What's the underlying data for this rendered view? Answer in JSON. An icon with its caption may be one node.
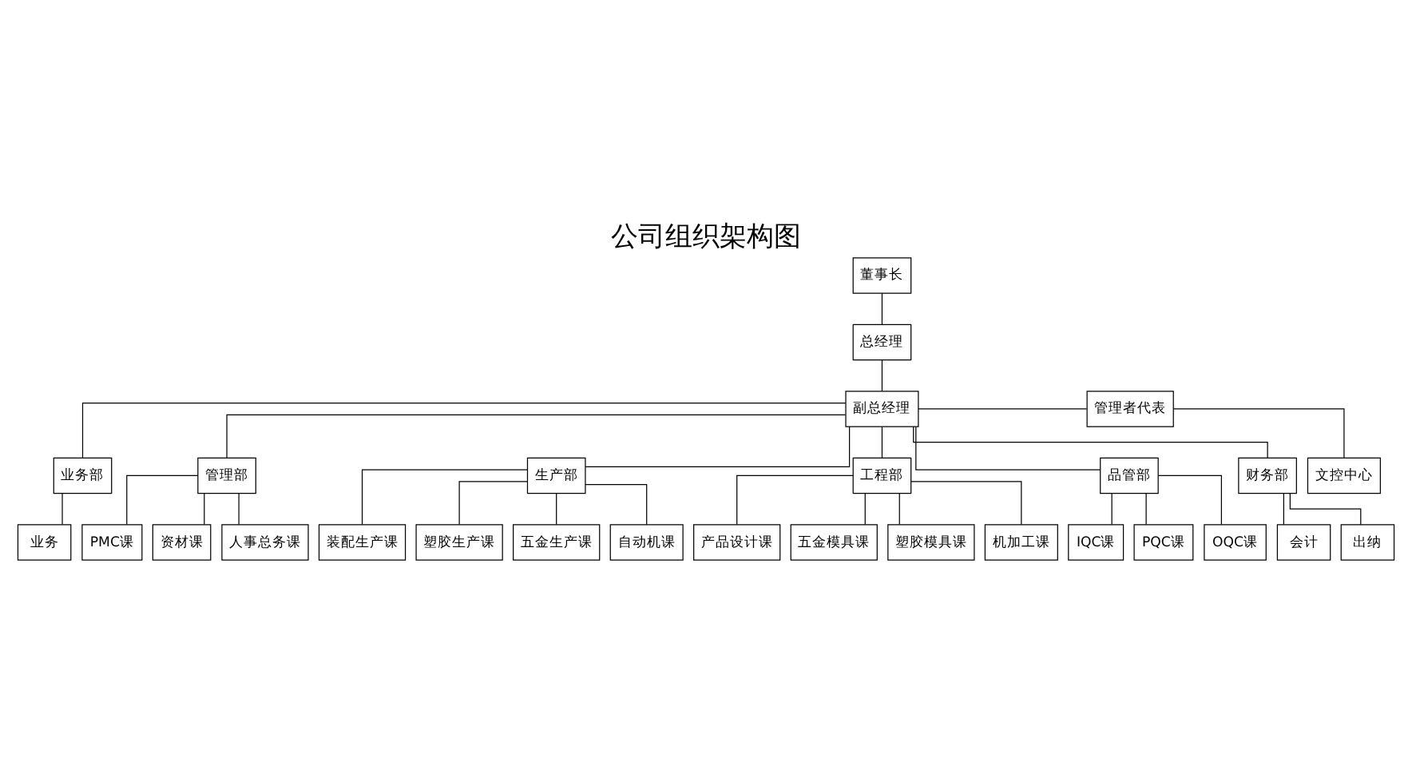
{
  "diagram": {
    "title": "公司组织架构图",
    "nodes": [
      {
        "text": [
          "董事长"
        ]
      },
      {
        "text": [
          "总经理"
        ]
      },
      {
        "text": [
          "副总经理"
        ]
      },
      {
        "text": [
          "管理者代表"
        ]
      },
      {
        "text": [
          "文控中心"
        ]
      },
      {
        "text": [
          "业务部"
        ]
      },
      {
        "text": [
          "管理部"
        ]
      },
      {
        "text": [
          "生产部"
        ]
      },
      {
        "text": [
          "工程部"
        ]
      },
      {
        "text": [
          "品管部"
        ]
      },
      {
        "text": [
          "财务部"
        ]
      },
      {
        "text": [
          "业务"
        ]
      },
      {
        "text": [
          "PMC课"
        ]
      },
      {
        "text": [
          "资材课"
        ]
      },
      {
        "text": [
          "人事总务课"
        ]
      },
      {
        "text": [
          "装配生产课"
        ]
      },
      {
        "text": [
          "塑胶生产课"
        ]
      },
      {
        "text": [
          "五金生产课"
        ]
      },
      {
        "text": [
          "自动机课"
        ]
      },
      {
        "text": [
          "产品设计课"
        ]
      },
      {
        "text": [
          "五金模具课"
        ]
      },
      {
        "text": [
          "塑胶模具课"
        ]
      },
      {
        "text": [
          "机加工课"
        ]
      },
      {
        "text": [
          "IQC课"
        ]
      },
      {
        "text": [
          "PQC课"
        ]
      },
      {
        "text": [
          "OQC课"
        ]
      },
      {
        "text": [
          "会计"
        ]
      },
      {
        "text": [
          "出纳"
        ]
      }
    ],
    "edges": [
      {
        "from": 0,
        "to": 1,
        "arrow": "none"
      },
      {
        "from": 1,
        "to": 2,
        "arrow": "none"
      },
      {
        "from": 2,
        "to": 3,
        "arrow": "none"
      },
      {
        "from": 3,
        "to": 4,
        "arrow": "none"
      },
      {
        "from": 2,
        "to": 5,
        "arrow": "none"
      },
      {
        "from": 2,
        "to": 6,
        "arrow": "none"
      },
      {
        "from": 2,
        "to": 7,
        "arrow": "none"
      },
      {
        "from": 2,
        "to": 8,
        "arrow": "none"
      },
      {
        "from": 2,
        "to": 9,
        "arrow": "none"
      },
      {
        "from": 2,
        "to": 10,
        "arrow": "none"
      },
      {
        "from": 5,
        "to": 11,
        "arrow": "none"
      },
      {
        "from": 6,
        "to": 12,
        "arrow": "none"
      },
      {
        "from": 6,
        "to": 13,
        "arrow": "none"
      },
      {
        "from": 6,
        "to": 14,
        "arrow": "none"
      },
      {
        "from": 7,
        "to": 15,
        "arrow": "none"
      },
      {
        "from": 7,
        "to": 16,
        "arrow": "none"
      },
      {
        "from": 7,
        "to": 17,
        "arrow": "none"
      },
      {
        "from": 7,
        "to": 18,
        "arrow": "none"
      },
      {
        "from": 8,
        "to": 19,
        "arrow": "none"
      },
      {
        "from": 8,
        "to": 20,
        "arrow": "none"
      },
      {
        "from": 8,
        "to": 21,
        "arrow": "none"
      },
      {
        "from": 8,
        "to": 22,
        "arrow": "none"
      },
      {
        "from": 9,
        "to": 23,
        "arrow": "none"
      },
      {
        "from": 9,
        "to": 24,
        "arrow": "none"
      },
      {
        "from": 9,
        "to": 25,
        "arrow": "none"
      },
      {
        "from": 10,
        "to": 26,
        "arrow": "none"
      },
      {
        "from": 10,
        "to": 27,
        "arrow": "none"
      }
    ]
  }
}
